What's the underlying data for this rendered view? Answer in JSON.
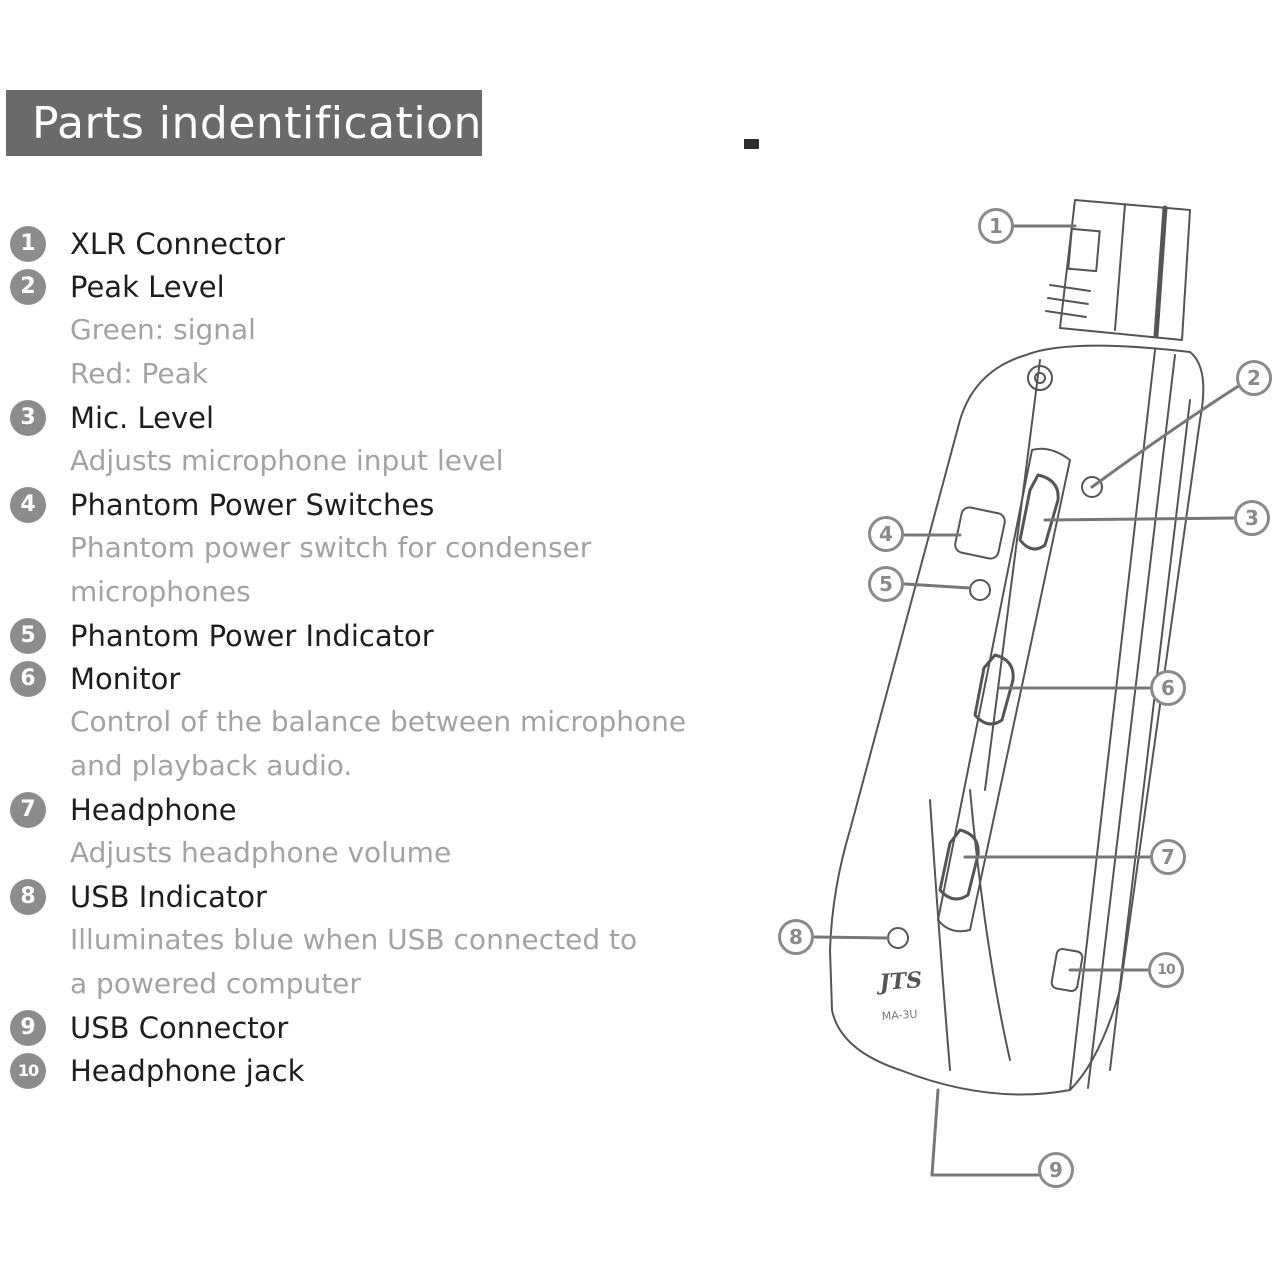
{
  "title": "Parts indentification",
  "parts": [
    {
      "num": "1",
      "name": "XLR  Connector",
      "desc": []
    },
    {
      "num": "2",
      "name": "Peak Level",
      "desc": [
        "Green: signal",
        "Red: Peak"
      ]
    },
    {
      "num": "3",
      "name": "Mic. Level",
      "desc": [
        "Adjusts microphone input level"
      ]
    },
    {
      "num": "4",
      "name": "Phantom Power Switches",
      "desc": [
        "Phantom power switch for condenser",
        "microphones"
      ]
    },
    {
      "num": "5",
      "name": "Phantom Power Indicator",
      "desc": []
    },
    {
      "num": "6",
      "name": "Monitor",
      "desc": [
        "Control of the balance between microphone",
        "and playback audio."
      ]
    },
    {
      "num": "7",
      "name": "Headphone",
      "desc": [
        "Adjusts headphone volume"
      ]
    },
    {
      "num": "8",
      "name": "USB Indicator",
      "desc": [
        "Illuminates blue when USB connected to",
        "a powered computer"
      ]
    },
    {
      "num": "9",
      "name": "USB Connector",
      "desc": []
    },
    {
      "num": "10",
      "name": "Headphone jack",
      "desc": []
    }
  ],
  "figure": {
    "callouts": [
      "1",
      "2",
      "3",
      "4",
      "5",
      "6",
      "7",
      "8",
      "9",
      "10"
    ],
    "device_brand": "JTS",
    "device_model": "MA-3U"
  }
}
